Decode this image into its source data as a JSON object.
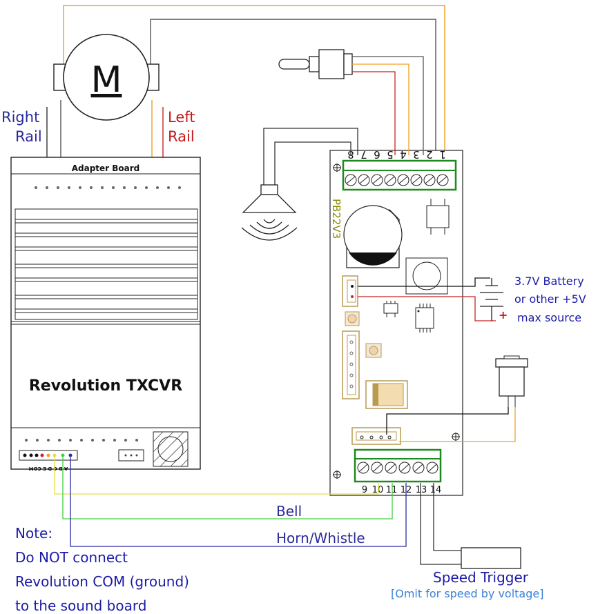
{
  "labels": {
    "right_rail": [
      "Right",
      "Rail"
    ],
    "left_rail": [
      "Left",
      "Rail"
    ],
    "motor": "M",
    "adapter_board": "Adapter Board",
    "revolution_txcvr": "Revolution TXCVR",
    "adapter_pins": "A B C D E COM",
    "board_name": "PB22V3",
    "battery": [
      "3.7V Battery",
      "or other +5V",
      "max source"
    ],
    "bell": "Bell",
    "horn_whistle": "Horn/Whistle",
    "note": [
      "Note:",
      "Do NOT connect",
      "Revolution COM (ground)",
      "to the sound board"
    ],
    "speed_trigger": "Speed Trigger",
    "omit_note": "[Omit for speed by voltage]"
  },
  "top_terminal_numbers": [
    "8",
    "7",
    "6",
    "5",
    "4",
    "3",
    "2",
    "1"
  ],
  "bottom_terminal_numbers": [
    "9",
    "10",
    "11",
    "12",
    "13",
    "14"
  ],
  "wire_colors": {
    "orange": "#f0a020",
    "gray": "#555555",
    "red": "#cc2222",
    "black": "#111111",
    "yellow": "#e8e040",
    "green": "#40d040",
    "blue": "#2a2aa8",
    "terminal_green": "#1c8a1c"
  }
}
